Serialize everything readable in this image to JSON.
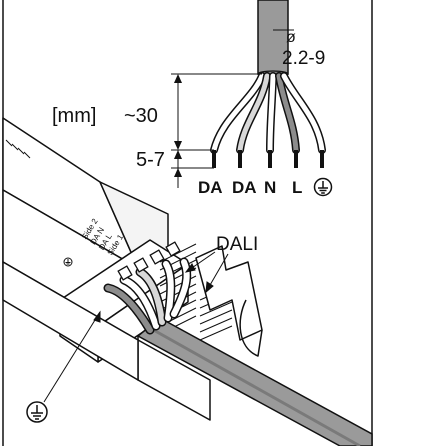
{
  "diameter": {
    "symbol": "ø",
    "range": "2.2-9"
  },
  "dimensions": {
    "unit": "[mm]",
    "strip_length": "~30",
    "bare_end": "5-7"
  },
  "terminals": [
    "DA",
    "DA",
    "N",
    "L"
  ],
  "earth_symbol": "protective-earth",
  "connector_label": "DALI",
  "device_marks": [
    "Side 2",
    "DA N",
    "DA L",
    "Side 1"
  ],
  "colors": {
    "line": "#111111",
    "cable": "#9a9a9a",
    "cable_dark": "#7f7f7f",
    "background": "#ffffff"
  }
}
